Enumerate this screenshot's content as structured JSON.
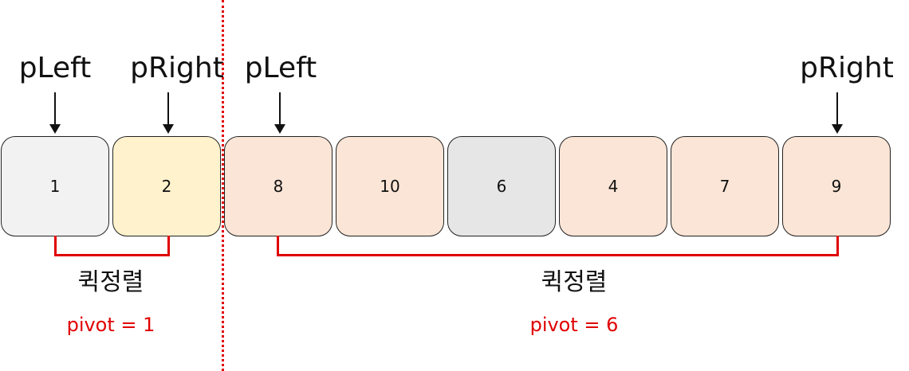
{
  "colors": {
    "sorted_cell": "#f2f2f2",
    "pivot_cell": "#fff2cc",
    "range_cell": "#fbe5d6",
    "pivot_right_cell": "#e6e6e6",
    "highlight": "#e00000"
  },
  "cells": [
    {
      "value": "1",
      "color": "#f2f2f2"
    },
    {
      "value": "2",
      "color": "#fff2cc"
    },
    {
      "value": "8",
      "color": "#fbe5d6"
    },
    {
      "value": "10",
      "color": "#fbe5d6"
    },
    {
      "value": "6",
      "color": "#e6e6e6"
    },
    {
      "value": "4",
      "color": "#fbe5d6"
    },
    {
      "value": "7",
      "color": "#fbe5d6"
    },
    {
      "value": "9",
      "color": "#fbe5d6"
    }
  ],
  "left_group": {
    "pleft": "pLeft",
    "pright": "pRight",
    "title": "퀵정렬",
    "pivot": "pivot = 1"
  },
  "right_group": {
    "pleft": "pLeft",
    "pright": "pRight",
    "title": "퀵정렬",
    "pivot": "pivot = 6"
  }
}
